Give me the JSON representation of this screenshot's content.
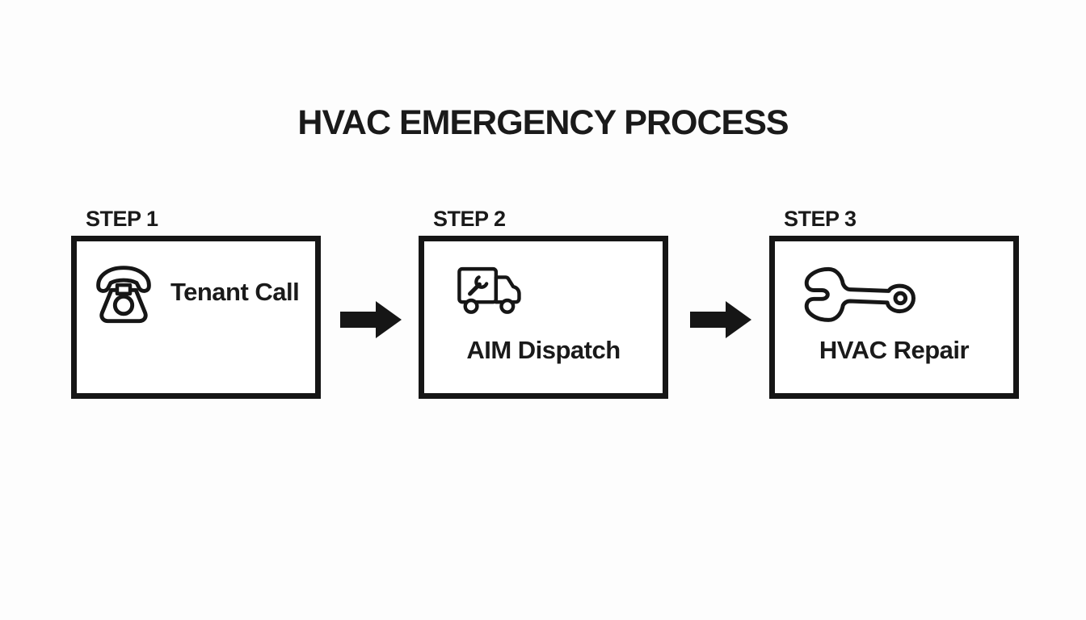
{
  "title": "HVAC EMERGENCY PROCESS",
  "steps": [
    {
      "label": "STEP 1",
      "name": "Tenant Call",
      "icon": "rotary-telephone-icon"
    },
    {
      "label": "STEP 2",
      "name": "AIM Dispatch",
      "icon": "service-truck-icon"
    },
    {
      "label": "STEP 3",
      "name": "HVAC Repair",
      "icon": "wrench-icon"
    }
  ],
  "arrows": [
    {
      "direction": "right"
    },
    {
      "direction": "right"
    }
  ],
  "colors": {
    "ink": "#161616",
    "background": "#fdfdfd",
    "box_fill": "#ffffff"
  }
}
